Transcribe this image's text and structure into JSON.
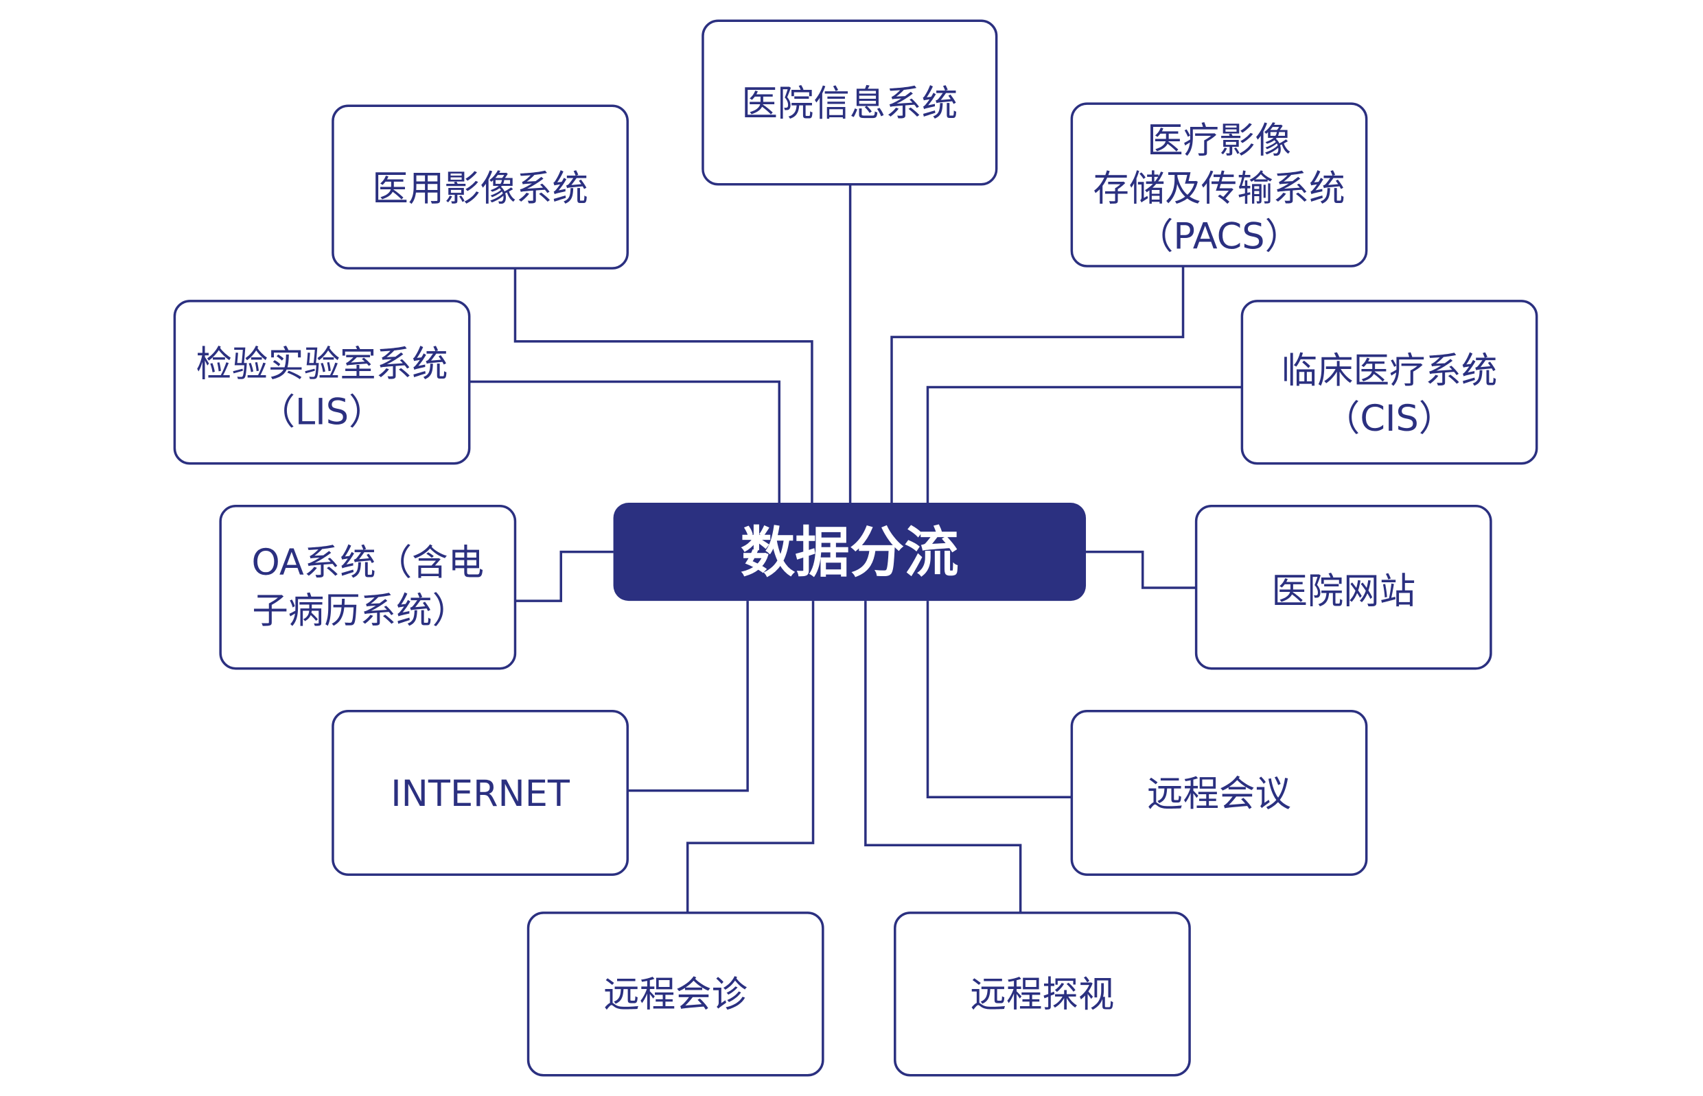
{
  "colors": {
    "accent": "#2b3080",
    "background": "#ffffff"
  },
  "center": {
    "label": "数据分流"
  },
  "nodes": {
    "his": {
      "lines": [
        "医院信息系统"
      ]
    },
    "medical_imaging": {
      "lines": [
        "医用影像系统"
      ]
    },
    "pacs": {
      "lines": [
        "医疗影像",
        "存储及传输系统",
        "（PACS）"
      ]
    },
    "lis": {
      "lines": [
        "检验实验室系统",
        "（LIS）"
      ]
    },
    "cis": {
      "lines": [
        "临床医疗系统",
        "（CIS）"
      ]
    },
    "oa": {
      "lines": [
        "OA系统（含电",
        "子病历系统）"
      ]
    },
    "website": {
      "lines": [
        "医院网站"
      ]
    },
    "internet": {
      "lines": [
        "INTERNET"
      ]
    },
    "conference": {
      "lines": [
        "远程会议"
      ]
    },
    "consultation": {
      "lines": [
        "远程会诊"
      ]
    },
    "visit": {
      "lines": [
        "远程探视"
      ]
    }
  }
}
